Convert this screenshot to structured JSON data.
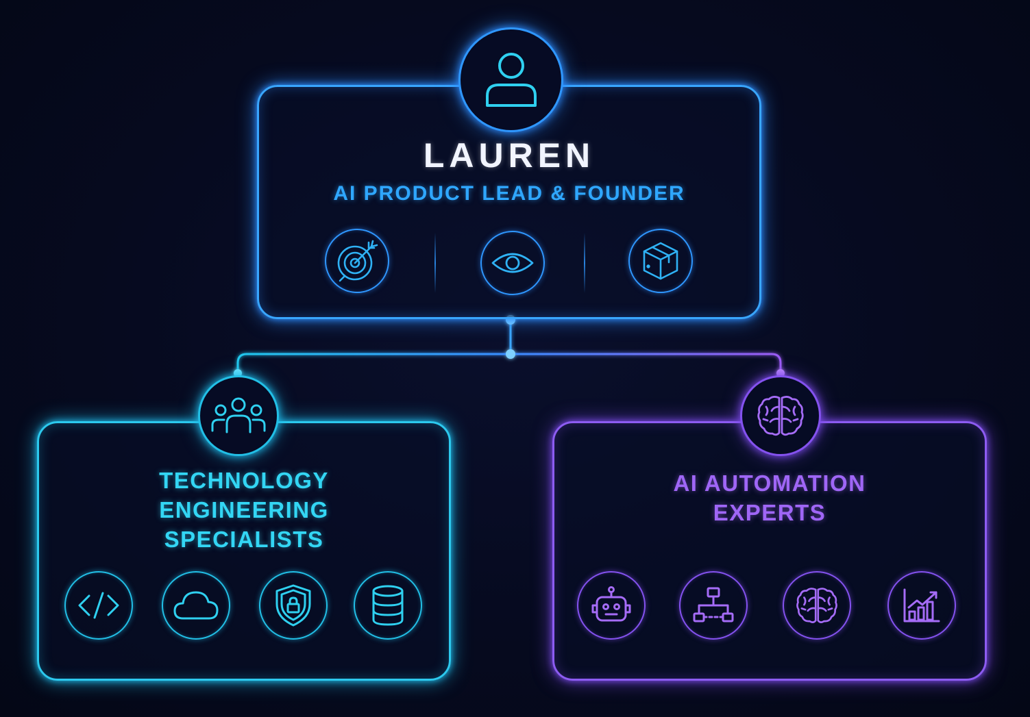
{
  "colors": {
    "background": "#060a1f",
    "founder_accent": "#2f97ff",
    "engineering_accent": "#22bfe6",
    "automation_accent": "#8452ef",
    "name_text": "#f2f5ff"
  },
  "founder": {
    "name": "LAUREN",
    "role": "AI PRODUCT LEAD & FOUNDER",
    "badge_icon": "person-icon",
    "icons": [
      "target-icon",
      "eye-icon",
      "box-icon"
    ]
  },
  "teams": {
    "engineering": {
      "title_lines": [
        "TECHNOLOGY",
        "ENGINEERING",
        "SPECIALISTS"
      ],
      "badge_icon": "people-group-icon",
      "icons": [
        "code-icon",
        "cloud-icon",
        "shield-lock-icon",
        "database-icon"
      ]
    },
    "automation": {
      "title_lines": [
        "AI AUTOMATION",
        "EXPERTS"
      ],
      "badge_icon": "brain-icon",
      "icons": [
        "robot-icon",
        "workflow-icon",
        "brain-icon",
        "bar-chart-growth-icon"
      ]
    }
  }
}
